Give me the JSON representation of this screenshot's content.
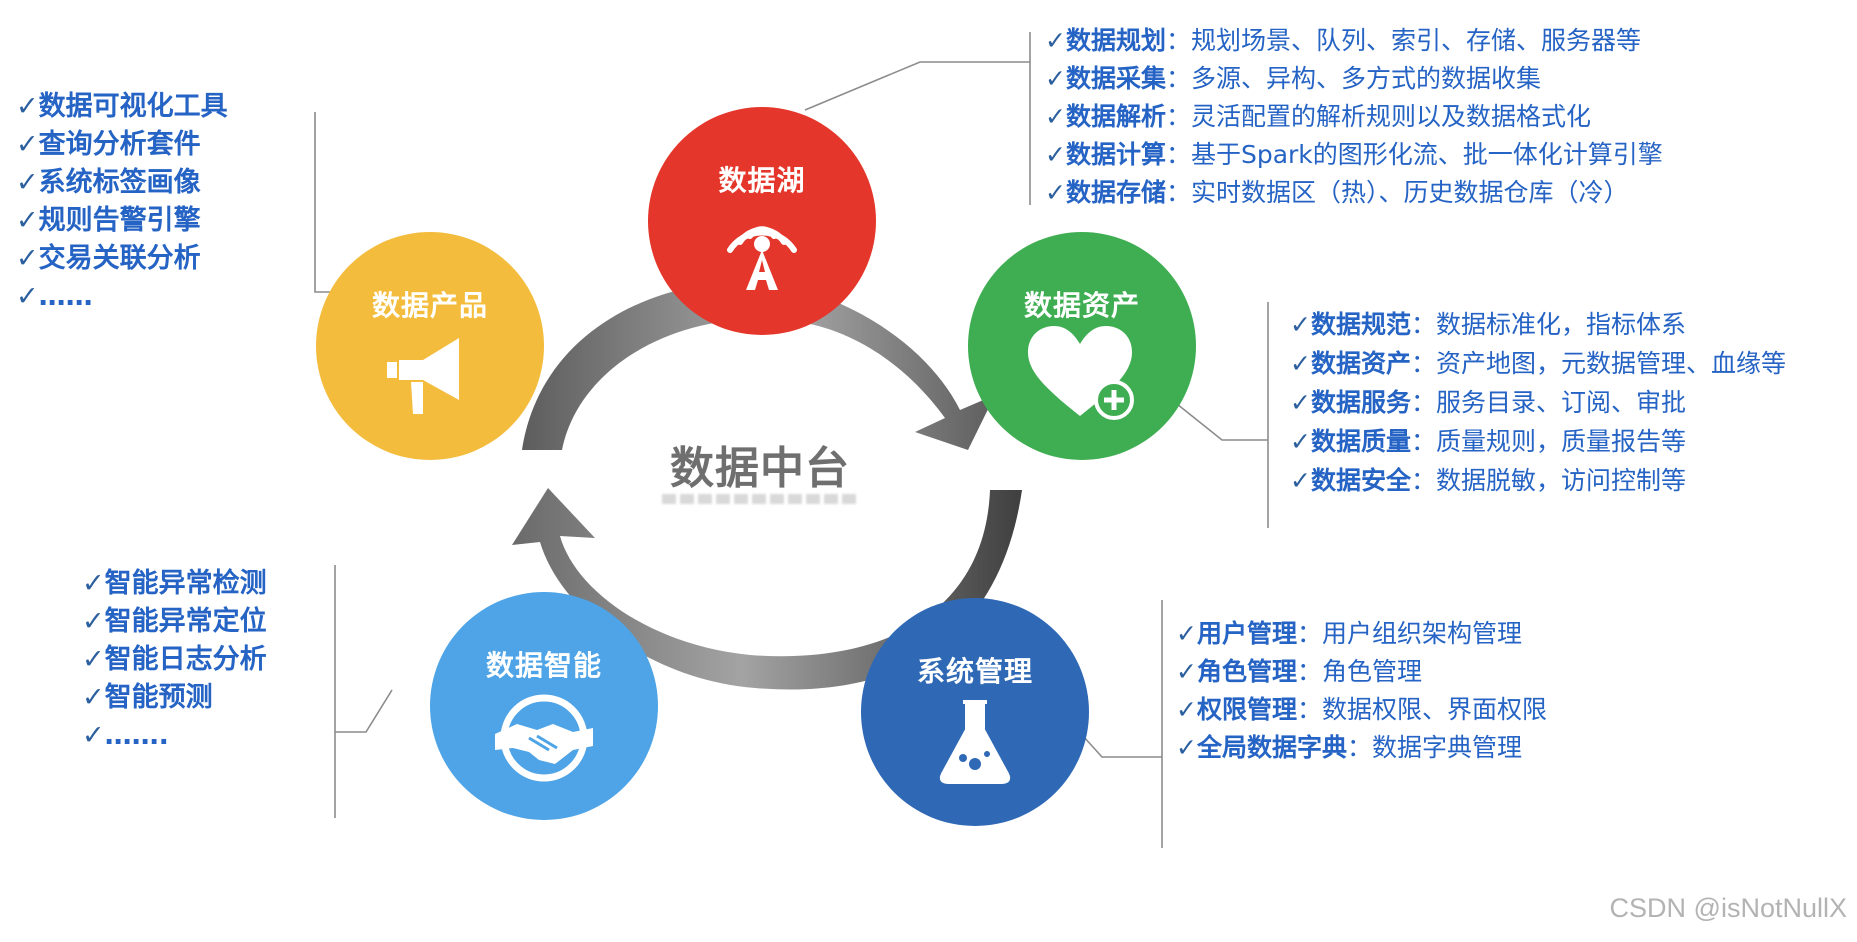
{
  "center": {
    "title": "数据中台"
  },
  "nodes": {
    "lake": {
      "title": "数据湖",
      "color": "#e5362b",
      "icon": "antenna-tower-icon"
    },
    "asset": {
      "title": "数据资产",
      "color": "#3fae52",
      "icon": "heart-plus-icon"
    },
    "product": {
      "title": "数据产品",
      "color": "#f4bc3c",
      "icon": "megaphone-icon"
    },
    "ai": {
      "title": "数据智能",
      "color": "#4ea4e6",
      "icon": "handshake-icon"
    },
    "sys": {
      "title": "系统管理",
      "color": "#2f69b6",
      "icon": "flask-icon"
    }
  },
  "lists": {
    "lake": [
      {
        "key": "数据规划",
        "desc": "：规划场景、队列、索引、存储、服务器等"
      },
      {
        "key": "数据采集",
        "desc": "：多源、异构、多方式的数据收集"
      },
      {
        "key": "数据解析",
        "desc": "：灵活配置的解析规则以及数据格式化"
      },
      {
        "key": "数据计算",
        "desc": "：基于Spark的图形化流、批一体化计算引擎"
      },
      {
        "key": "数据存储",
        "desc": "：实时数据区（热）、历史数据仓库（冷）"
      }
    ],
    "asset": [
      {
        "key": "数据规范",
        "desc": "：数据标准化，指标体系"
      },
      {
        "key": "数据资产",
        "desc": "：资产地图，元数据管理、血缘等"
      },
      {
        "key": "数据服务",
        "desc": "：服务目录、订阅、审批"
      },
      {
        "key": "数据质量",
        "desc": "：质量规则，质量报告等"
      },
      {
        "key": "数据安全",
        "desc": "：数据脱敏，访问控制等"
      }
    ],
    "sys": [
      {
        "key": "用户管理",
        "desc": "：用户组织架构管理"
      },
      {
        "key": "角色管理",
        "desc": "：角色管理"
      },
      {
        "key": "权限管理",
        "desc": "：数据权限、界面权限"
      },
      {
        "key": "全局数据字典",
        "desc": "：数据字典管理"
      }
    ],
    "product": [
      "数据可视化工具",
      "查询分析套件",
      "系统标签画像",
      "规则告警引擎",
      "交易关联分析",
      "……"
    ],
    "ai": [
      "智能异常检测",
      "智能异常定位",
      "智能日志分析",
      "智能预测",
      "……."
    ]
  },
  "check_glyph": "✓",
  "watermark": "CSDN @isNotNullX"
}
